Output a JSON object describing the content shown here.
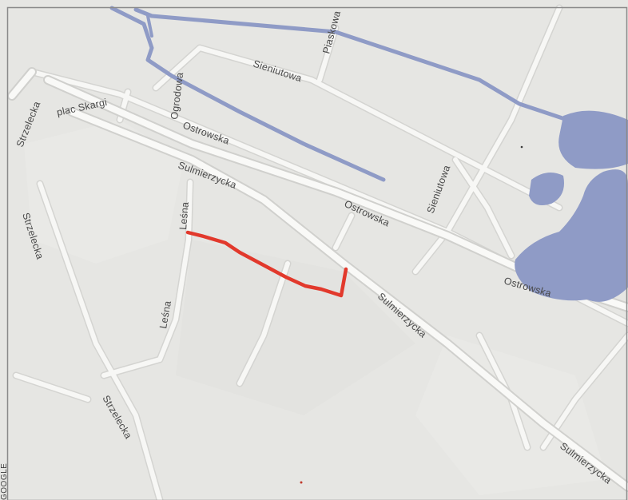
{
  "map": {
    "credit": "GOOGLE",
    "colors": {
      "land": "#e6e6e3",
      "road": "#f7f7f5",
      "road_outline": "#d2d2cf",
      "water": "#8f9bc6",
      "route": "#e2392c",
      "frame": "#8a8a8a"
    },
    "streets": {
      "strzelecka": "Strzelecka",
      "plac_skargi": "plac Skargi",
      "ogrodowa": "Ogrodowa",
      "sieniutowa": "Sieniutowa",
      "piaskowa": "Piaskowa",
      "ostrowska": "Ostrowska",
      "sulmierzycka": "Sulmierzycka",
      "lesna": "Leśna"
    }
  }
}
